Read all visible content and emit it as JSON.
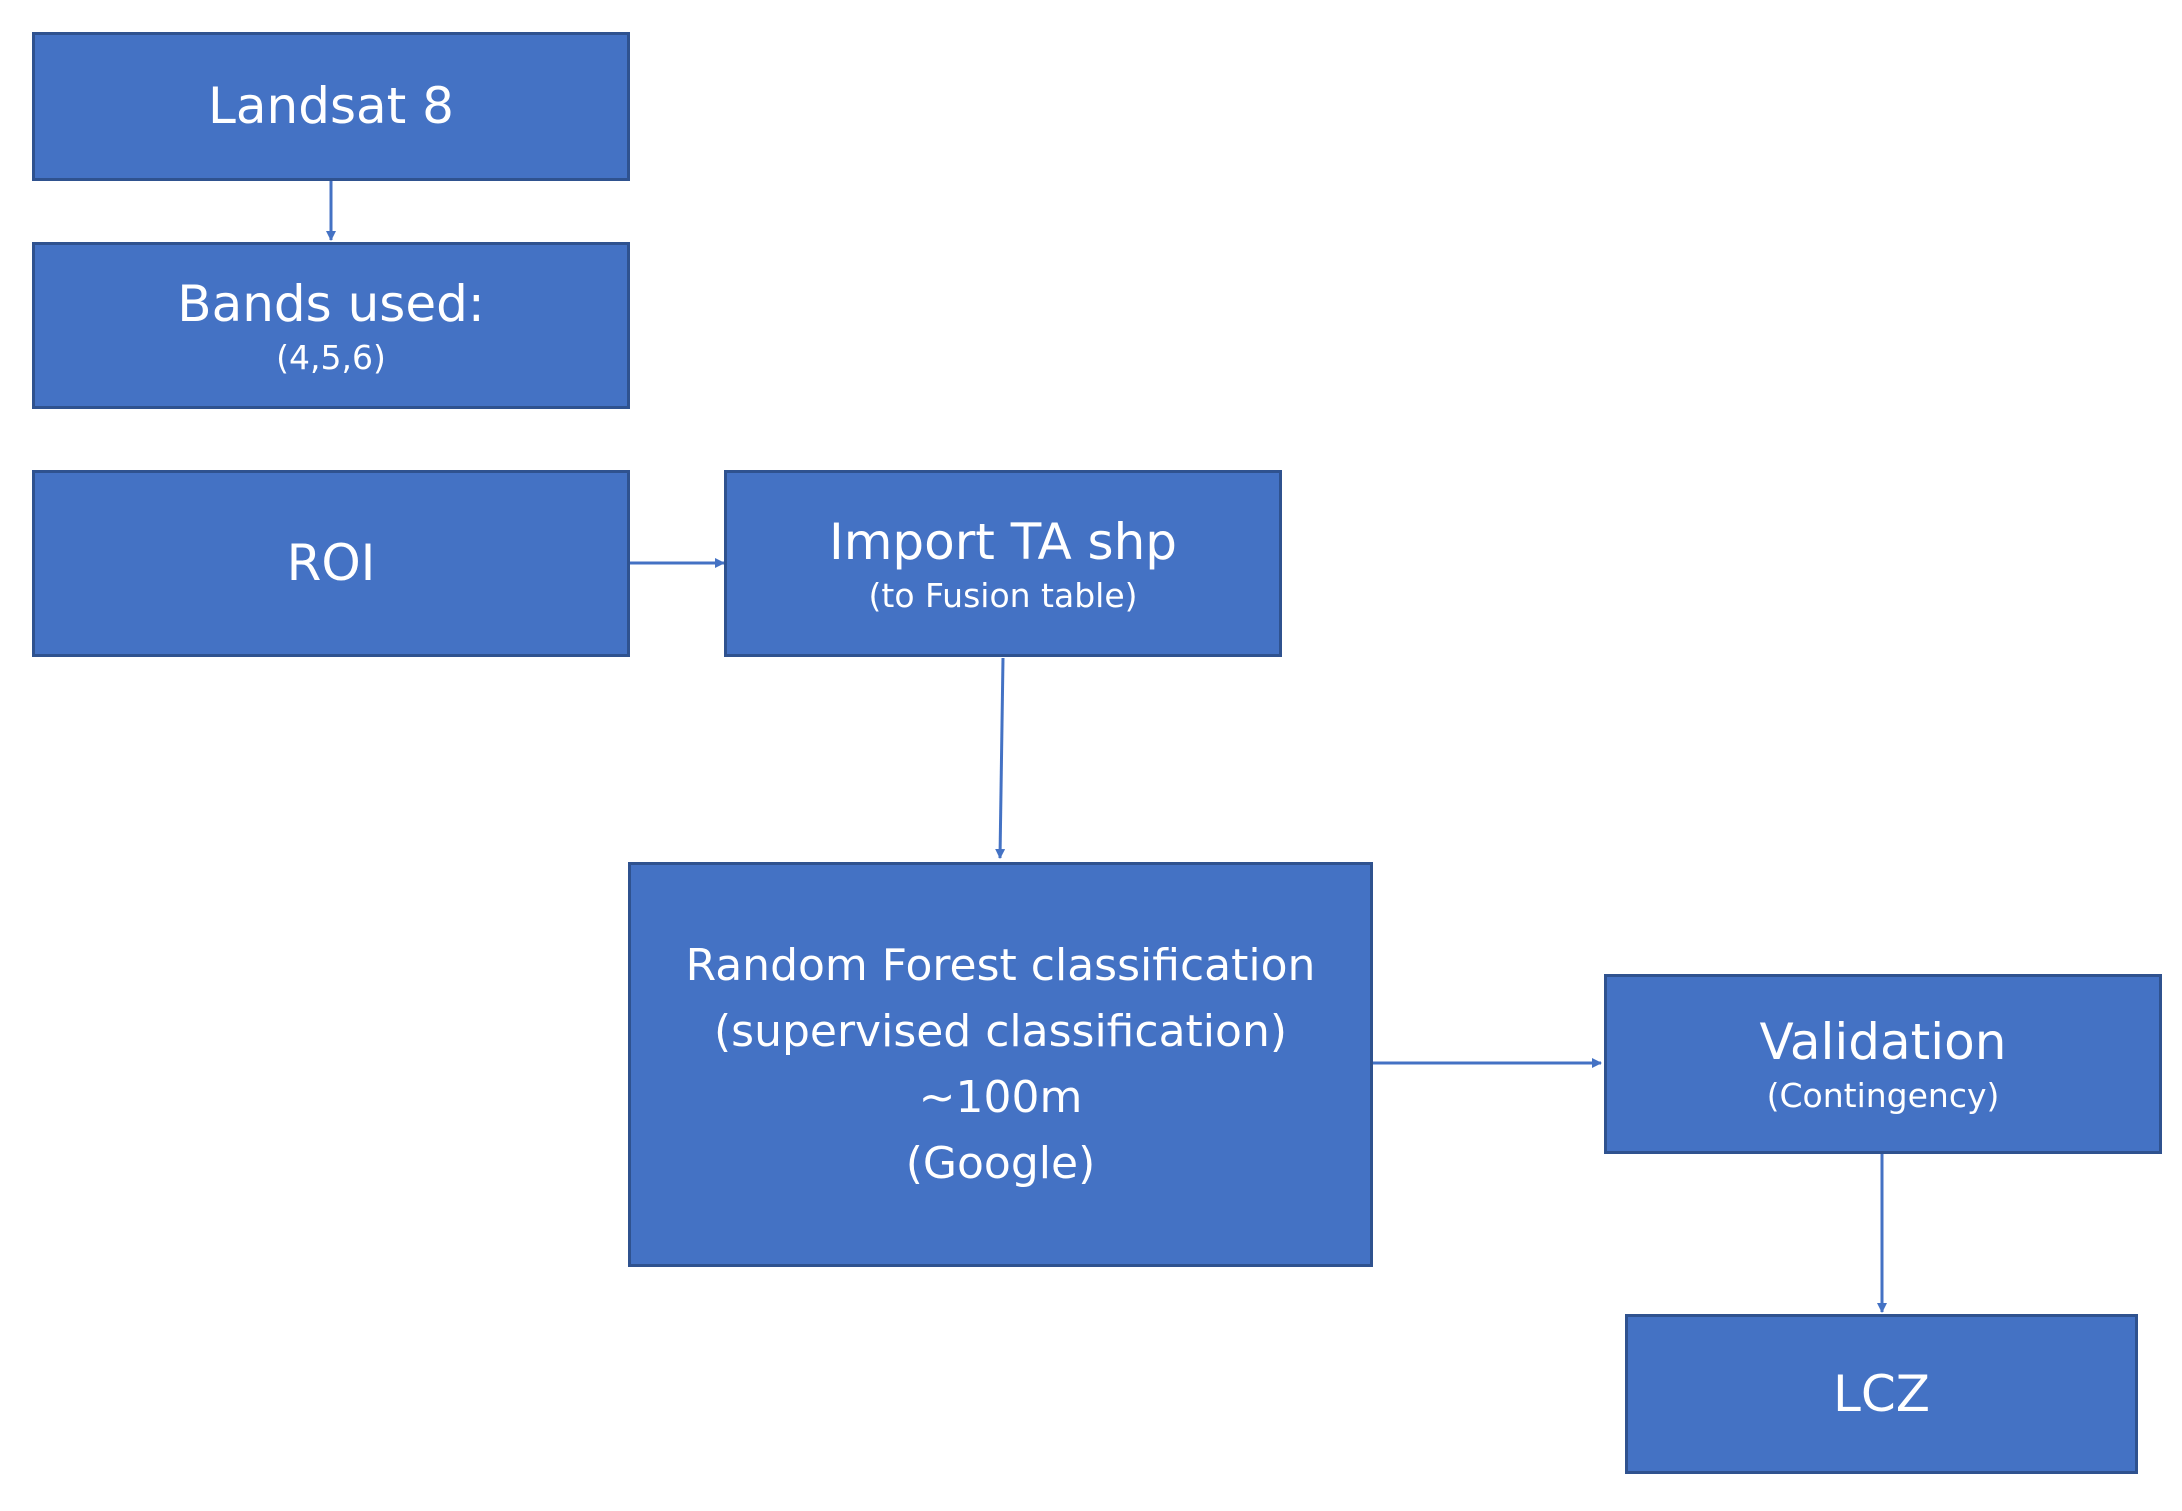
{
  "nodes": {
    "landsat": {
      "title": "Landsat 8"
    },
    "bands": {
      "title": "Bands used:",
      "subtitle": "(4,5,6)"
    },
    "roi": {
      "title": "ROI"
    },
    "import": {
      "title": "Import TA shp",
      "subtitle": "(to Fusion table)"
    },
    "random_forest": {
      "lines": [
        "Random Forest classification",
        "(supervised classification)",
        "~100m",
        "(Google)"
      ]
    },
    "validation": {
      "title": "Validation",
      "subtitle": "(Contingency)"
    },
    "lcz": {
      "title": "LCZ"
    }
  },
  "colors": {
    "box_fill": "#4472c4",
    "box_border": "#2f528f",
    "arrow": "#4472c4",
    "text": "#ffffff"
  }
}
